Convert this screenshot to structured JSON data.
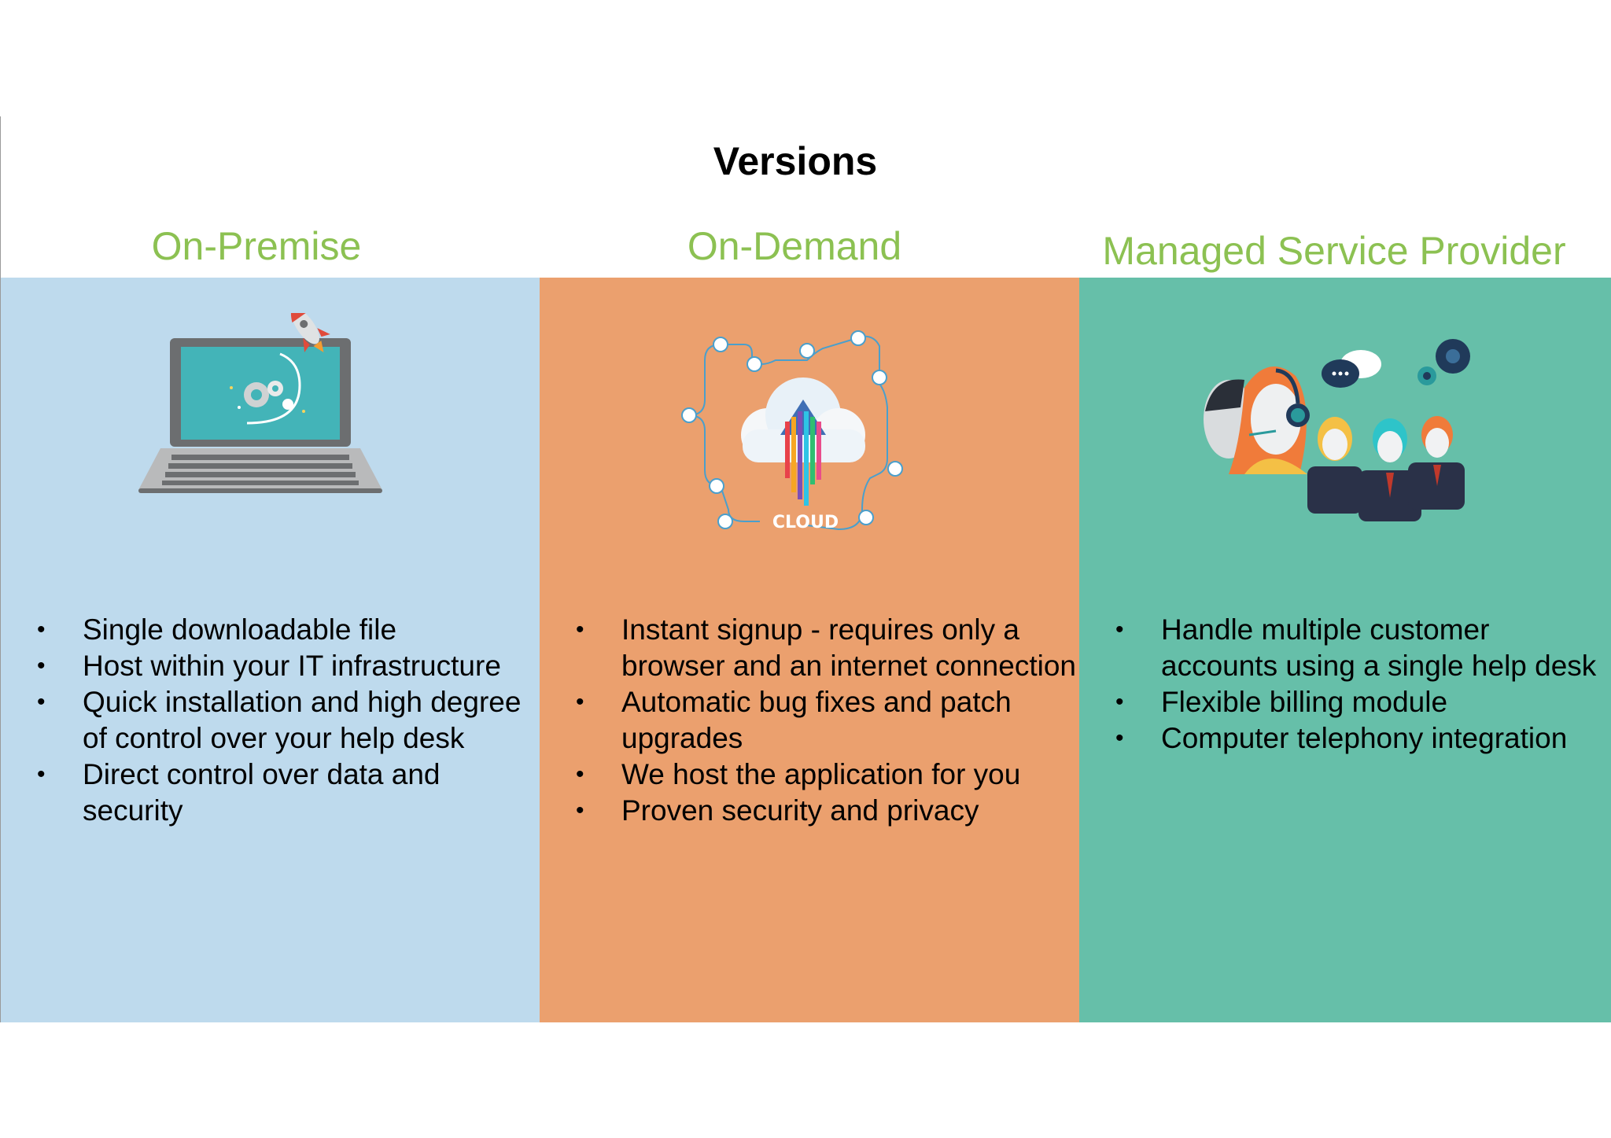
{
  "title": "Versions",
  "columns": [
    {
      "heading": "On-Premise",
      "bullets": [
        "Single downloadable file",
        "Host within your IT infrastructure",
        "Quick installation and high degree of control over your help desk",
        "Direct control over data and security"
      ],
      "illustration": "laptop-rocket-icon",
      "panel_color": "#bedaed"
    },
    {
      "heading": "On-Demand",
      "bullets": [
        "Instant signup - requires only a browser and an internet connection",
        "Automatic bug fixes and patch upgrades",
        "We host the application for you",
        "Proven security and privacy"
      ],
      "illustration": "cloud-upload-icon",
      "illustration_label": "CLOUD",
      "panel_color": "#eba06e"
    },
    {
      "heading": "Managed Service Provider",
      "bullets": [
        "Handle multiple customer accounts using a single help desk",
        "Flexible billing module",
        "Computer telephony integration"
      ],
      "illustration": "support-team-icon",
      "panel_color": "#66bfa9"
    }
  ],
  "colors": {
    "heading_green": "#8cc152",
    "title_black": "#000000"
  }
}
